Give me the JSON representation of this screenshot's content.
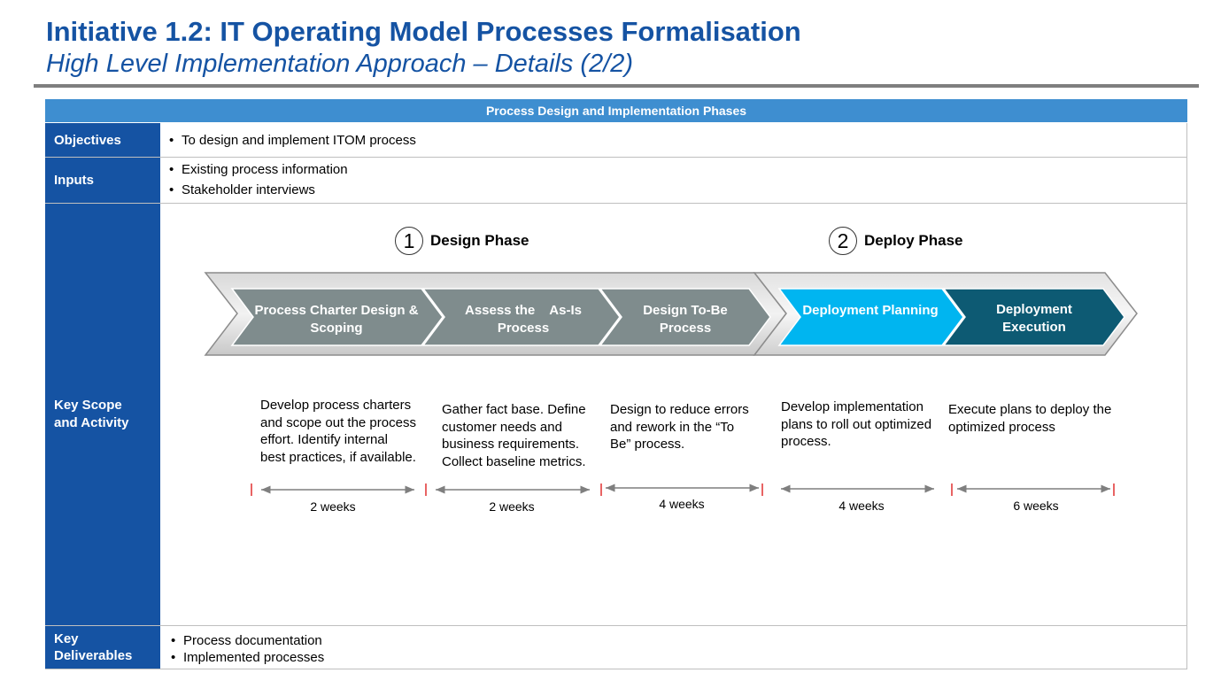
{
  "title": "Initiative 1.2: IT Operating Model Processes Formalisation",
  "subtitle": "High Level Implementation Approach – Details (2/2)",
  "table": {
    "header": "Process Design and Implementation Phases",
    "objectives": {
      "label": "Objectives",
      "items": [
        "To design and implement ITOM process"
      ]
    },
    "inputs": {
      "label": "Inputs",
      "items": [
        "Existing process information",
        "Stakeholder interviews"
      ]
    },
    "scope": {
      "label": "Key Scope and Activity"
    },
    "deliverables": {
      "label": "Key Deliverables",
      "items": [
        "Process documentation",
        "Implemented processes"
      ]
    }
  },
  "phases": [
    {
      "number": "1",
      "name": "Design Phase"
    },
    {
      "number": "2",
      "name": "Deploy Phase"
    }
  ],
  "steps": [
    {
      "label": "Process Charter Design & Scoping",
      "color": "#7f8c8d",
      "description": "Develop process charters and scope out the process effort. Identify internal best practices, if available.",
      "duration": "2 weeks"
    },
    {
      "label": "Assess the    As-Is Process",
      "color": "#7f8c8d",
      "description": "Gather fact base. Define customer needs and business requirements. Collect baseline metrics.",
      "duration": "2 weeks"
    },
    {
      "label": "Design To-Be Process",
      "color": "#7f8c8d",
      "description": "Design to reduce errors and rework in the “To Be” process.",
      "duration": "4 weeks"
    },
    {
      "label": "Deployment Planning",
      "color": "#00b5f0",
      "description": "Develop implementation plans to roll out optimized process.",
      "duration": "4 weeks"
    },
    {
      "label": "Deployment Execution",
      "color": "#0d5a73",
      "description": "Execute plans to deploy the optimized process",
      "duration": "6 weeks"
    }
  ]
}
